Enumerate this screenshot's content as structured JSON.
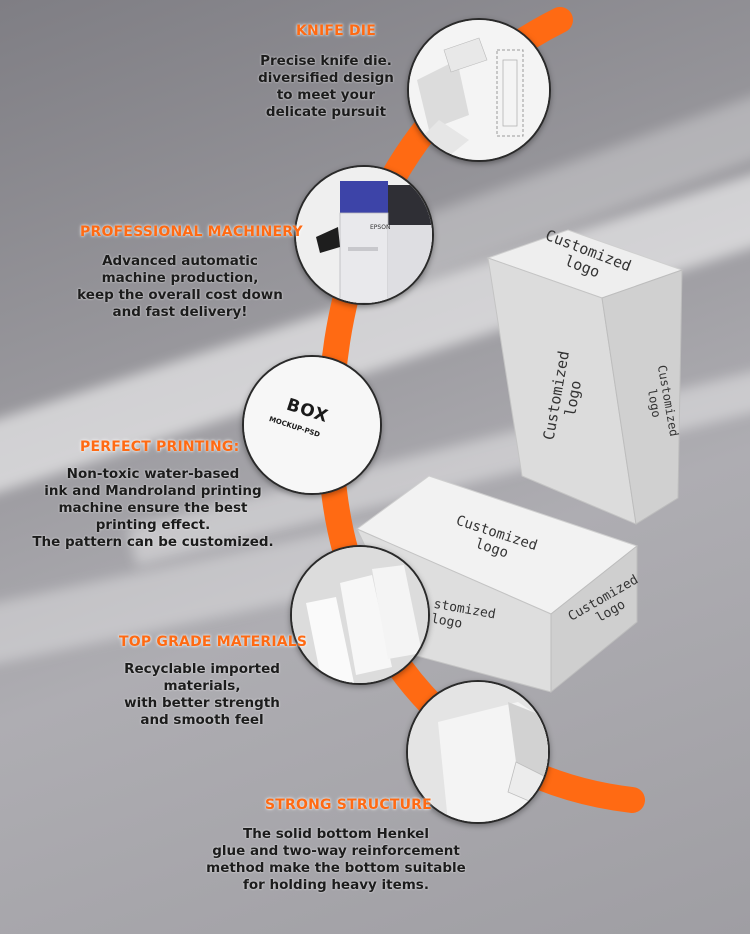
{
  "features": [
    {
      "heading": "KNIFE DIE",
      "lines": [
        "Precise knife die.",
        "diversified design",
        "to meet your",
        "delicate pursuit"
      ],
      "icon": "knife-die-icon"
    },
    {
      "heading": "PROFESSIONAL MACHINERY",
      "lines": [
        "Advanced automatic",
        "machine production,",
        "keep the overall cost down",
        "and fast delivery!"
      ],
      "icon": "printing-machine-icon"
    },
    {
      "heading": "PERFECT PRINTING:",
      "lines": [
        "Non-toxic water-based",
        "ink and Mandroland printing",
        "machine ensure the best",
        "printing effect.",
        "The pattern can be customized."
      ],
      "icon": "box-mockup-icon"
    },
    {
      "heading": "TOP GRADE MATERIALS",
      "lines": [
        "Recyclable imported",
        "materials,",
        "with better strength",
        "and smooth feel"
      ],
      "icon": "paper-sheets-icon"
    },
    {
      "heading": "STRONG STRUCTURE",
      "lines": [
        "The solid bottom Henkel",
        "glue and two-way reinforcement",
        "method make the bottom suitable",
        "for holding heavy items."
      ],
      "icon": "box-corner-icon"
    }
  ],
  "mockup_text": {
    "box_label": "BOX",
    "mockup_label": "MOCKUP-PSD",
    "machine_brand": "EPSON"
  },
  "boxes": {
    "tall_top": [
      "Customized",
      "logo"
    ],
    "tall_front": [
      "Customized",
      "logo"
    ],
    "tall_side": [
      "Customized",
      "logo"
    ],
    "flat_top": [
      "Customized",
      "logo"
    ],
    "flat_front": [
      "stomized",
      "logo"
    ],
    "flat_side": [
      "Customized",
      "logo"
    ]
  },
  "colors": {
    "accent": "#ff6a13",
    "background": "#9c9ba0",
    "text": "#1c1c1c"
  }
}
